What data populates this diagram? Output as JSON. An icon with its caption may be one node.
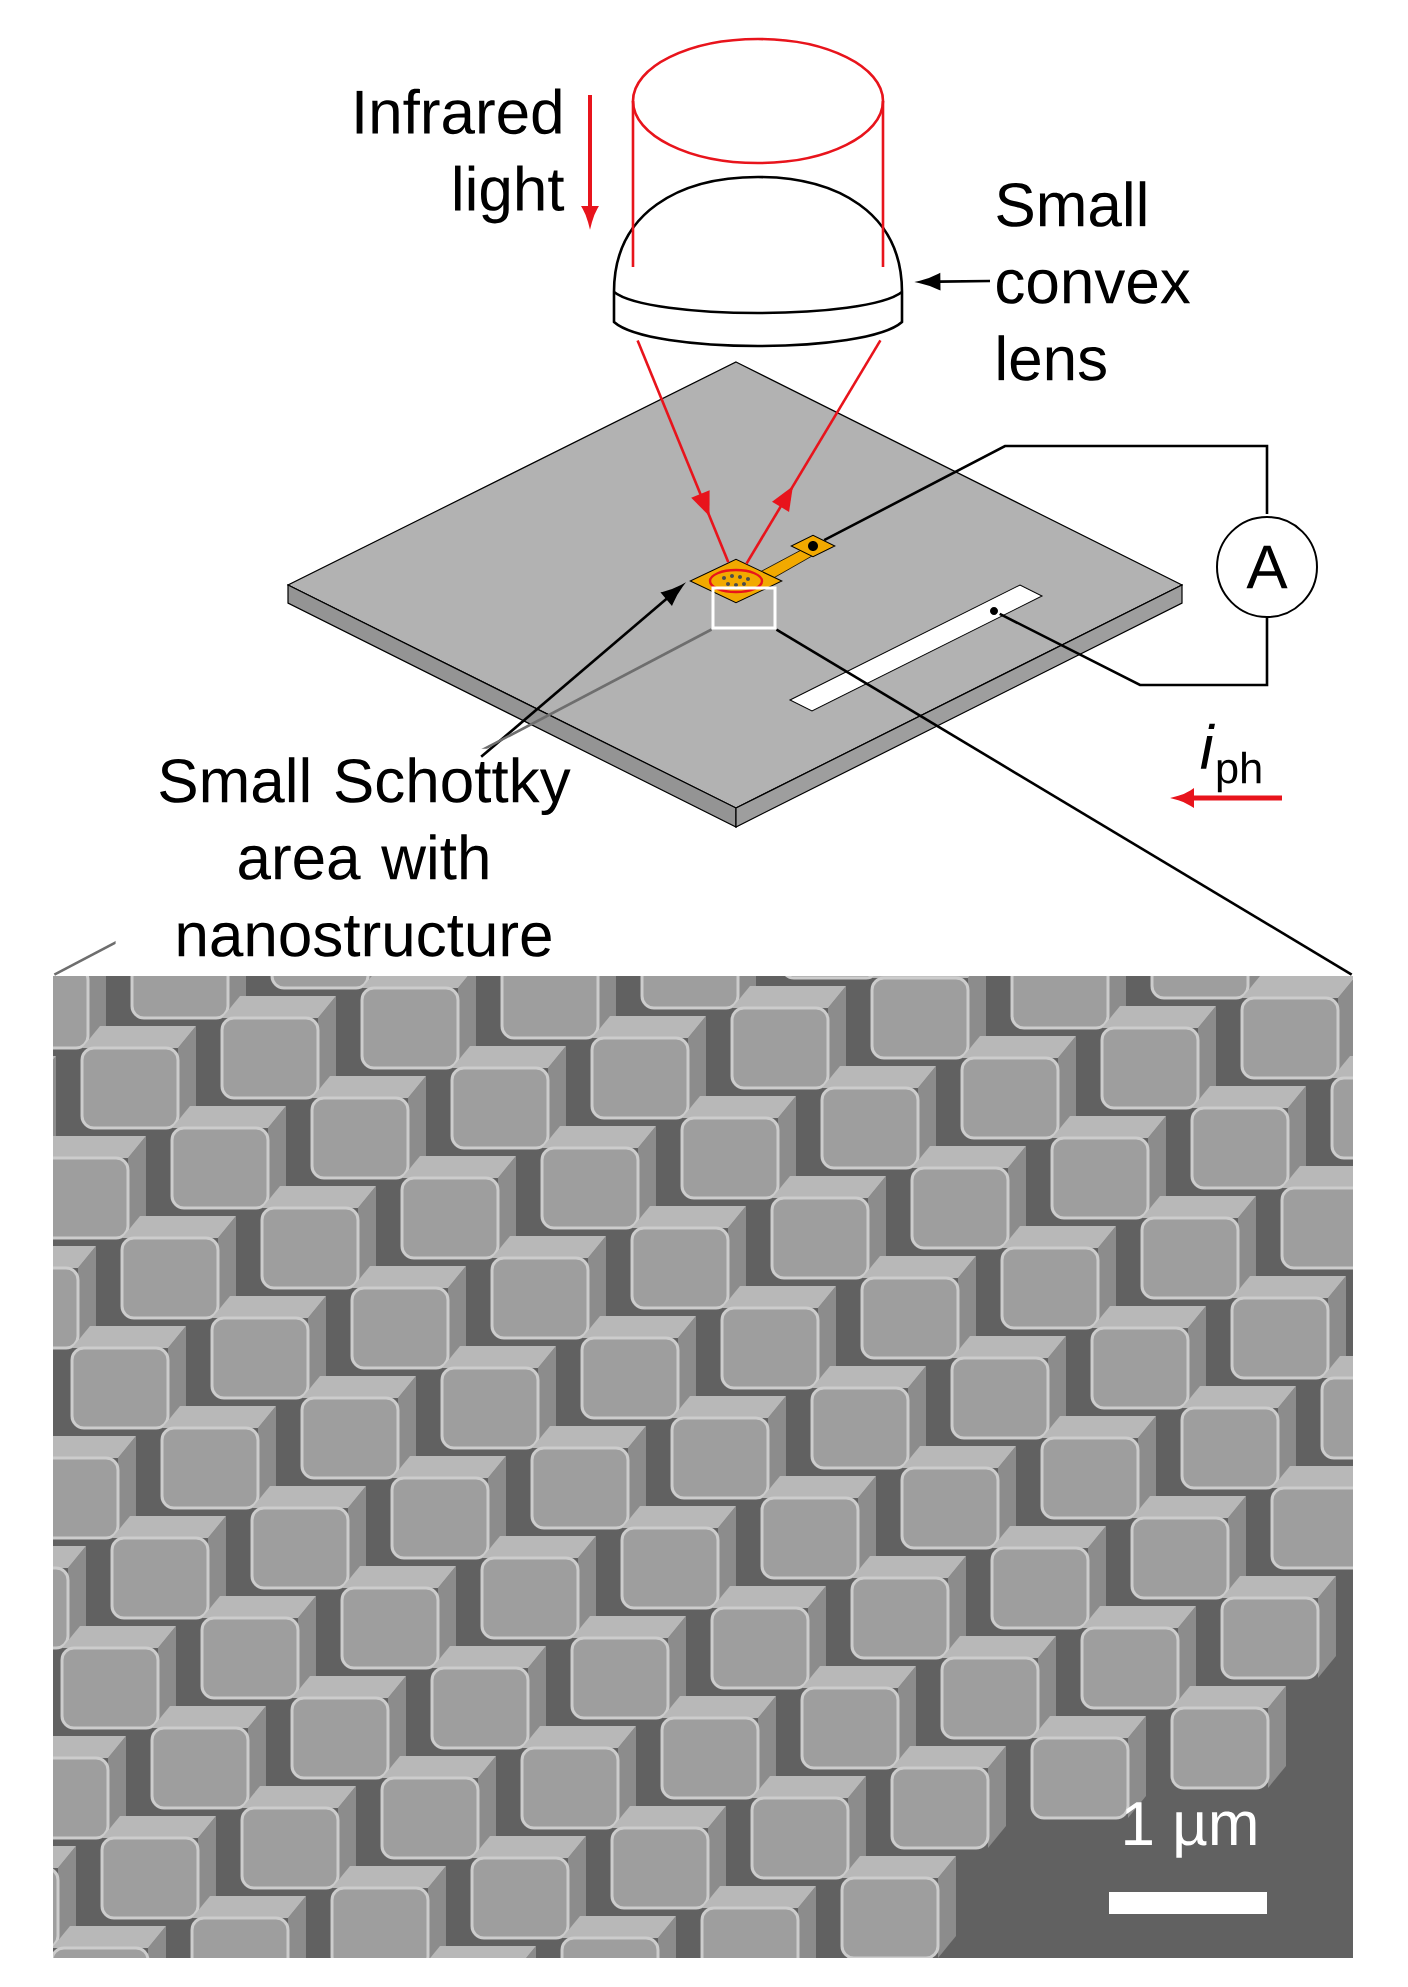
{
  "diagram": {
    "nodes": [
      {
        "text": [
          "Small convex lens"
        ]
      },
      {
        "text": [],
        "shape": "picture"
      },
      {
        "text": [
          "Small Schottky area with nanostructure"
        ]
      },
      {
        "text": [],
        "shape": "diamond"
      },
      {
        "text": [
          "A"
        ]
      },
      {
        "text": [],
        "shape": "diamond"
      },
      {
        "text": [],
        "shape": "circle"
      },
      {
        "text": [],
        "shape": "box"
      },
      {
        "text": [],
        "shape": "picture"
      }
    ],
    "edges": [
      {
        "from": 0,
        "to": 1,
        "arrow": "to"
      },
      {
        "from": 1,
        "to": 3,
        "arrow": "to",
        "color": "#e8141c"
      },
      {
        "from": 1,
        "to": 3,
        "arrow": "to",
        "color": "#e8141c"
      },
      {
        "from": 2,
        "to": 3,
        "arrow": "to"
      },
      {
        "from": 5,
        "to": 4,
        "arrow": "none"
      },
      {
        "from": 4,
        "to": 6,
        "arrow": "none"
      },
      {
        "from": 7,
        "to": 8,
        "arrow": "none",
        "color": "#6e6e6e"
      },
      {
        "from": 7,
        "to": 8,
        "arrow": "none"
      }
    ],
    "labels": [
      "Infrared light",
      "*i*$_{ph}$",
      "1 µm"
    ]
  }
}
